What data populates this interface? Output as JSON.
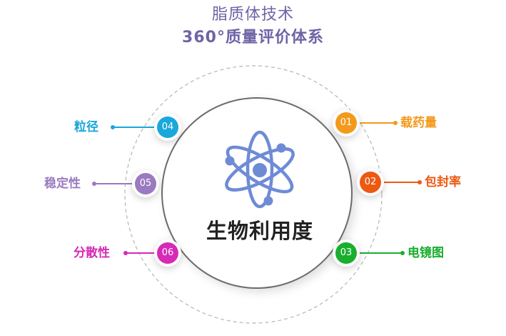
{
  "title": {
    "line1": "脂质体技术",
    "line2": "360°质量评价体系"
  },
  "center": {
    "label": "生物利用度"
  },
  "colors": {
    "title": "#6f63a6",
    "atom": "#6e8bd6",
    "ring": "#6b6b6b",
    "dashed_ring": "#b5b5b5"
  },
  "nodes": [
    {
      "number": "01",
      "label": "载药量",
      "color": "#f39a1c"
    },
    {
      "number": "02",
      "label": "包封率",
      "color": "#ec5a12"
    },
    {
      "number": "03",
      "label": "电镜图",
      "color": "#1aae2e"
    },
    {
      "number": "04",
      "label": "粒径",
      "color": "#1aa7dc"
    },
    {
      "number": "05",
      "label": "稳定性",
      "color": "#9a7ac0"
    },
    {
      "number": "06",
      "label": "分散性",
      "color": "#d62ab7"
    }
  ]
}
